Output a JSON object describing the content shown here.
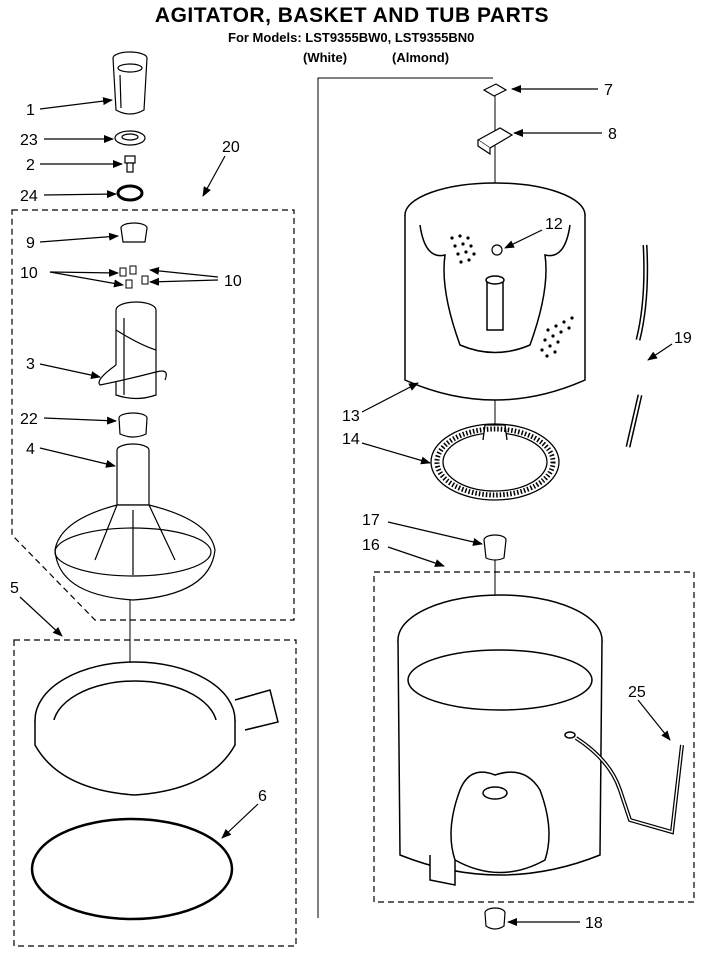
{
  "header": {
    "title": "AGITATOR, BASKET AND TUB PARTS",
    "models_line": "For Models: LST9355BW0, LST9355BN0",
    "variant_white": "(White)",
    "variant_almond": "(Almond)"
  },
  "callouts": {
    "c1": "1",
    "c2": "2",
    "c3": "3",
    "c4": "4",
    "c5": "5",
    "c6": "6",
    "c7": "7",
    "c8": "8",
    "c9": "9",
    "c10a": "10",
    "c10b": "10",
    "c12": "12",
    "c13": "13",
    "c14": "14",
    "c16": "16",
    "c17": "17",
    "c18": "18",
    "c19": "19",
    "c20": "20",
    "c22": "22",
    "c23": "23",
    "c24": "24",
    "c25": "25"
  }
}
